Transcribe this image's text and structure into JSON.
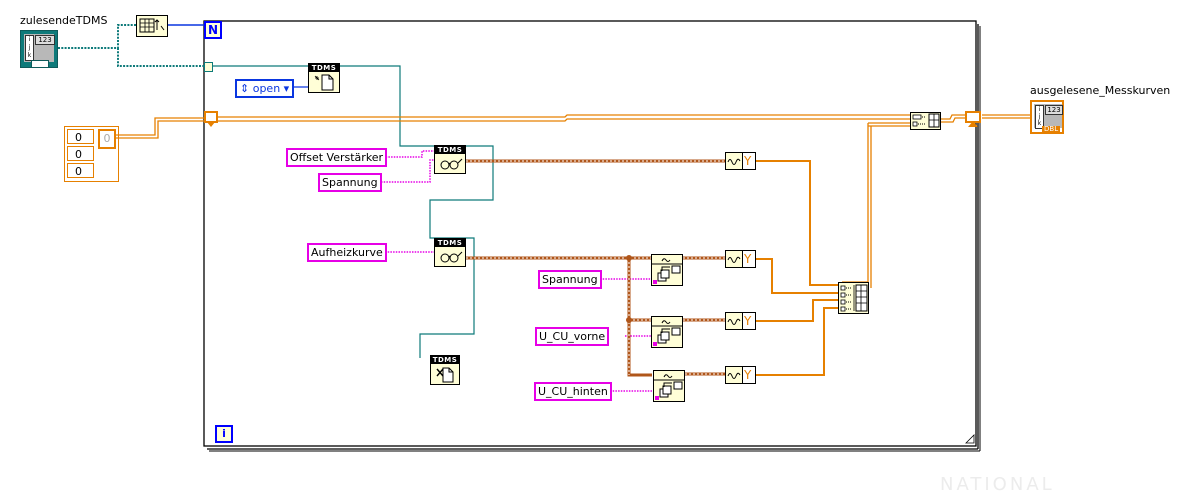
{
  "controls": {
    "input_array": {
      "label": "zulesendeTDMS",
      "type_glyph": "123"
    },
    "output_array": {
      "label": "ausgelesene_Messkurven",
      "type_glyph": "123",
      "repr": "DBL"
    }
  },
  "loop": {
    "count_terminal": "N",
    "iteration_terminal": "i"
  },
  "file_open": {
    "mode": "open",
    "function_header": "TDMS"
  },
  "tdms_nodes": {
    "open_header": "TDMS",
    "read1_header": "TDMS",
    "read2_header": "TDMS",
    "close_header": "TDMS"
  },
  "string_constants": {
    "group1": "Offset Verstärker",
    "channel1": "Spannung",
    "group2": "Aufheizkurve",
    "channel2a": "Spannung",
    "channel2b": "U_CU_vorne",
    "channel2c": "U_CU_hinten"
  },
  "array_constant": {
    "index": "0",
    "values": [
      "0",
      "0",
      "0"
    ]
  },
  "waveform_component": "Y",
  "colors": {
    "wire_orange": "#e68000",
    "wire_teal": "#0e7a7a",
    "wire_pink": "#e600e6",
    "wire_blue": "#0a36e0",
    "wire_brown": "#b0561a",
    "node_fill": "#fffed7"
  },
  "watermark": "NATIONAL"
}
